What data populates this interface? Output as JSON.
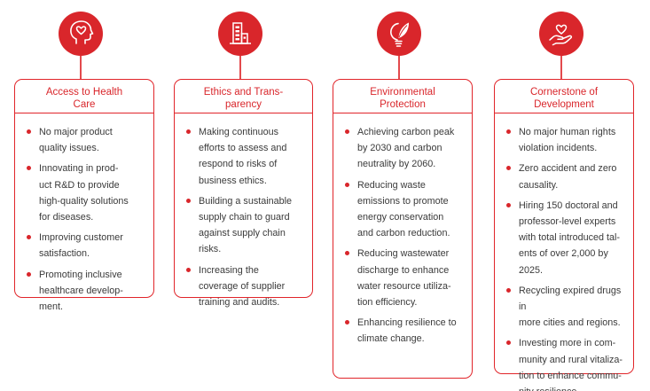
{
  "colors": {
    "accent": "#d9262b",
    "text": "#3a3a3a",
    "background": "#ffffff"
  },
  "cards": [
    {
      "icon": "heart-head-icon",
      "title": "Access to Health\nCare",
      "items": [
        "No major product\nquality issues.",
        "Innovating in prod-\nuct R&D to provide\nhigh-quality solutions\nfor diseases.",
        "Improving customer\nsatisfaction.",
        "Promoting inclusive\nhealthcare develop-\nment."
      ]
    },
    {
      "icon": "building-icon",
      "title": "Ethics and Trans-\nparency",
      "items": [
        "Making continuous\nefforts to assess and\nrespond to risks of\nbusiness ethics.",
        "Building a sustainable\nsupply chain to guard\nagainst supply chain\nrisks.",
        "Increasing the\ncoverage of supplier\ntraining and audits."
      ]
    },
    {
      "icon": "leaf-bulb-icon",
      "title": "Environmental\nProtection",
      "items": [
        "Achieving carbon peak\nby 2030 and carbon\nneutrality by 2060.",
        "Reducing waste\nemissions to promote\nenergy conservation\nand carbon reduction.",
        "Reducing wastewater\ndischarge to enhance\nwater resource utiliza-\ntion efficiency.",
        "Enhancing resilience to\nclimate change."
      ]
    },
    {
      "icon": "heart-hand-icon",
      "title": "Cornerstone of\nDevelopment",
      "items": [
        "No major human rights\nviolation incidents.",
        "Zero accident and zero\ncausality.",
        "Hiring 150 doctoral and\nprofessor-level experts\nwith total introduced tal-\nents of over 2,000 by 2025.",
        "Recycling expired drugs in\nmore cities and regions.",
        "Investing more in com-\nmunity and rural vitaliza-\ntion to enhance commu-\nnity resilience."
      ]
    }
  ]
}
